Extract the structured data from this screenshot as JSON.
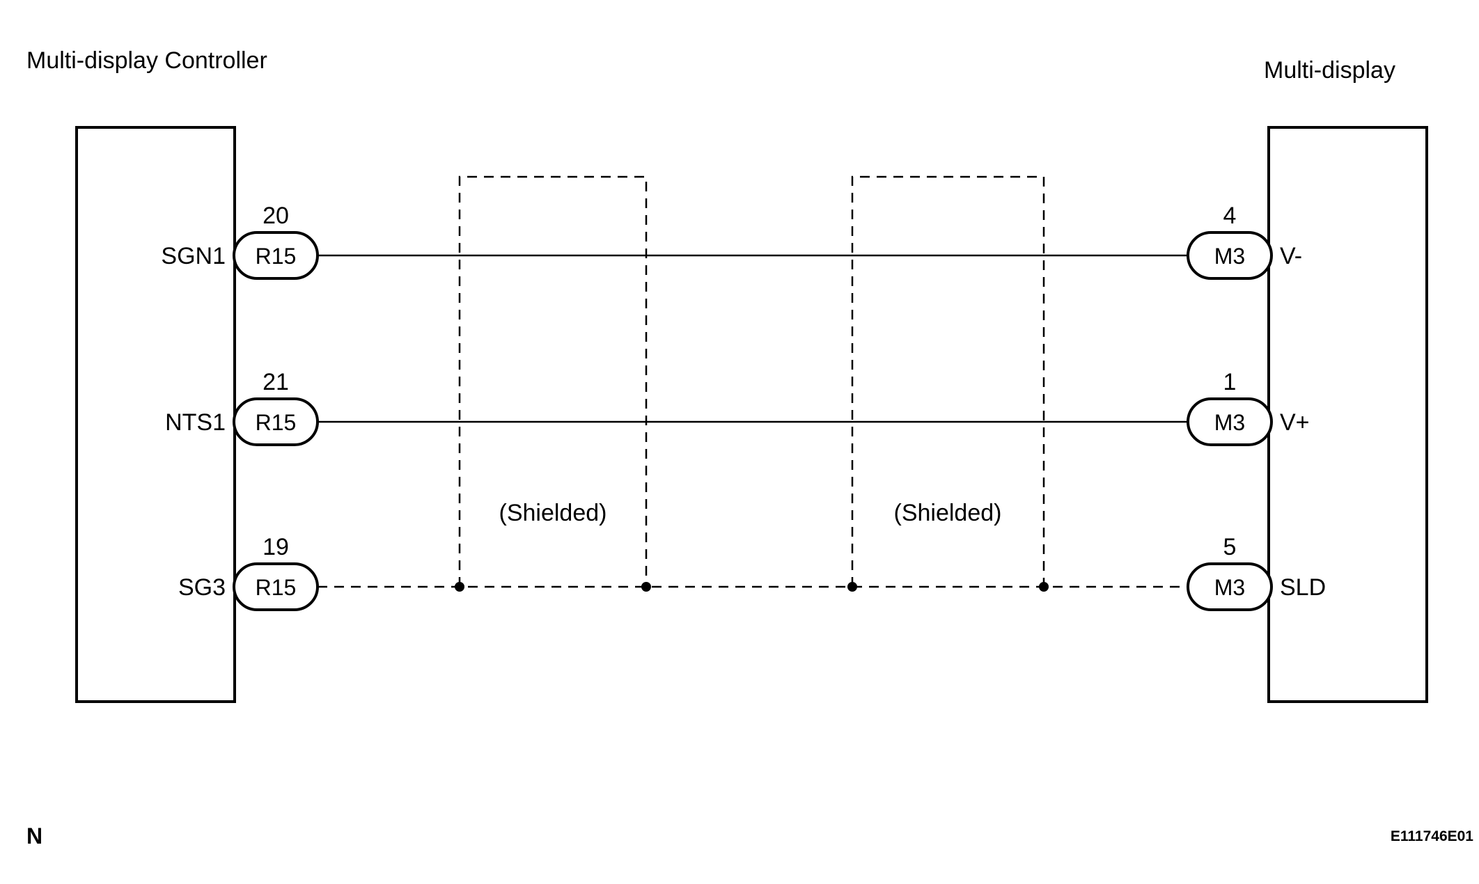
{
  "diagram": {
    "title_left": "Multi-display Controller",
    "title_right": "Multi-display",
    "rows": [
      {
        "left_signal": "SGN1",
        "left_pin": "20",
        "left_connector": "R15",
        "right_pin": "4",
        "right_connector": "M3",
        "right_signal": "V-",
        "line_style": "solid"
      },
      {
        "left_signal": "NTS1",
        "left_pin": "21",
        "left_connector": "R15",
        "right_pin": "1",
        "right_connector": "M3",
        "right_signal": "V+",
        "line_style": "solid"
      },
      {
        "left_signal": "SG3",
        "left_pin": "19",
        "left_connector": "R15",
        "right_pin": "5",
        "right_connector": "M3",
        "right_signal": "SLD",
        "line_style": "dashed"
      }
    ],
    "shields": [
      {
        "label": "(Shielded)"
      },
      {
        "label": "(Shielded)"
      }
    ],
    "footer": {
      "left": "N",
      "right": "E111746E01"
    },
    "colors": {
      "line": "#000000",
      "background": "#ffffff"
    }
  }
}
